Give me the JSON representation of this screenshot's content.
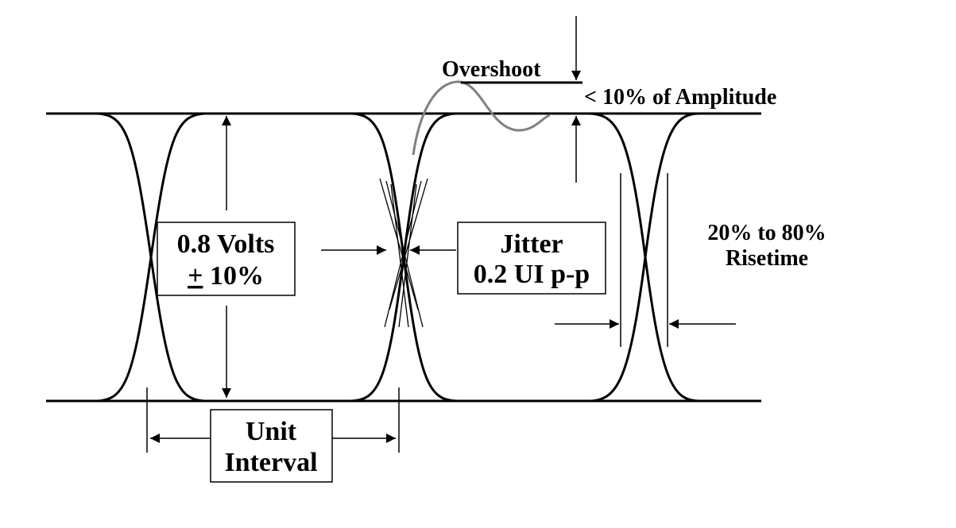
{
  "labels": {
    "overshoot": "Overshoot",
    "overshoot_limit": "< 10% of Amplitude",
    "amplitude_line1": "0.8 Volts",
    "amplitude_pm": "+",
    "amplitude_line2_rest": " 10%",
    "jitter_line1": "Jitter",
    "jitter_line2": "0.2 UI p-p",
    "risetime_line1": "20% to 80%",
    "risetime_line2": "Risetime",
    "unit_interval_line1": "Unit",
    "unit_interval_line2": "Interval"
  },
  "colors": {
    "line": "#000000",
    "overshoot_curve": "#808080"
  }
}
